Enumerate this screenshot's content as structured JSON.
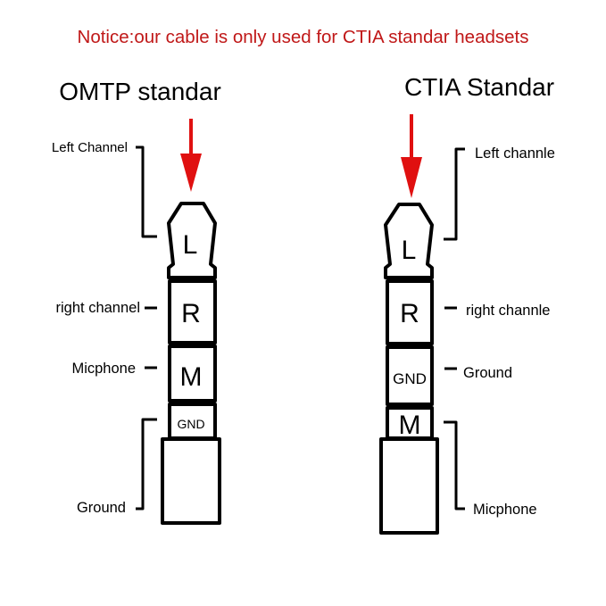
{
  "notice": "Notice:our cable is only used for CTIA standar headsets",
  "colors": {
    "notice": "#c01818",
    "arrow": "#e01010",
    "line": "#000000"
  },
  "omtp": {
    "title": "OMTP standar",
    "segments": {
      "tip": "L",
      "ring1": "R",
      "ring2": "M",
      "sleeve": "GND"
    },
    "labels": {
      "tip": "Left Channel",
      "ring1": "right channel",
      "ring2": "Micphone",
      "sleeve": "Ground"
    }
  },
  "ctia": {
    "title": "CTIA Standar",
    "segments": {
      "tip": "L",
      "ring1": "R",
      "ring2": "GND",
      "sleeve": "M"
    },
    "labels": {
      "tip": "Left channle",
      "ring1": "right channle",
      "ring2": "Ground",
      "sleeve": "Micphone"
    }
  }
}
